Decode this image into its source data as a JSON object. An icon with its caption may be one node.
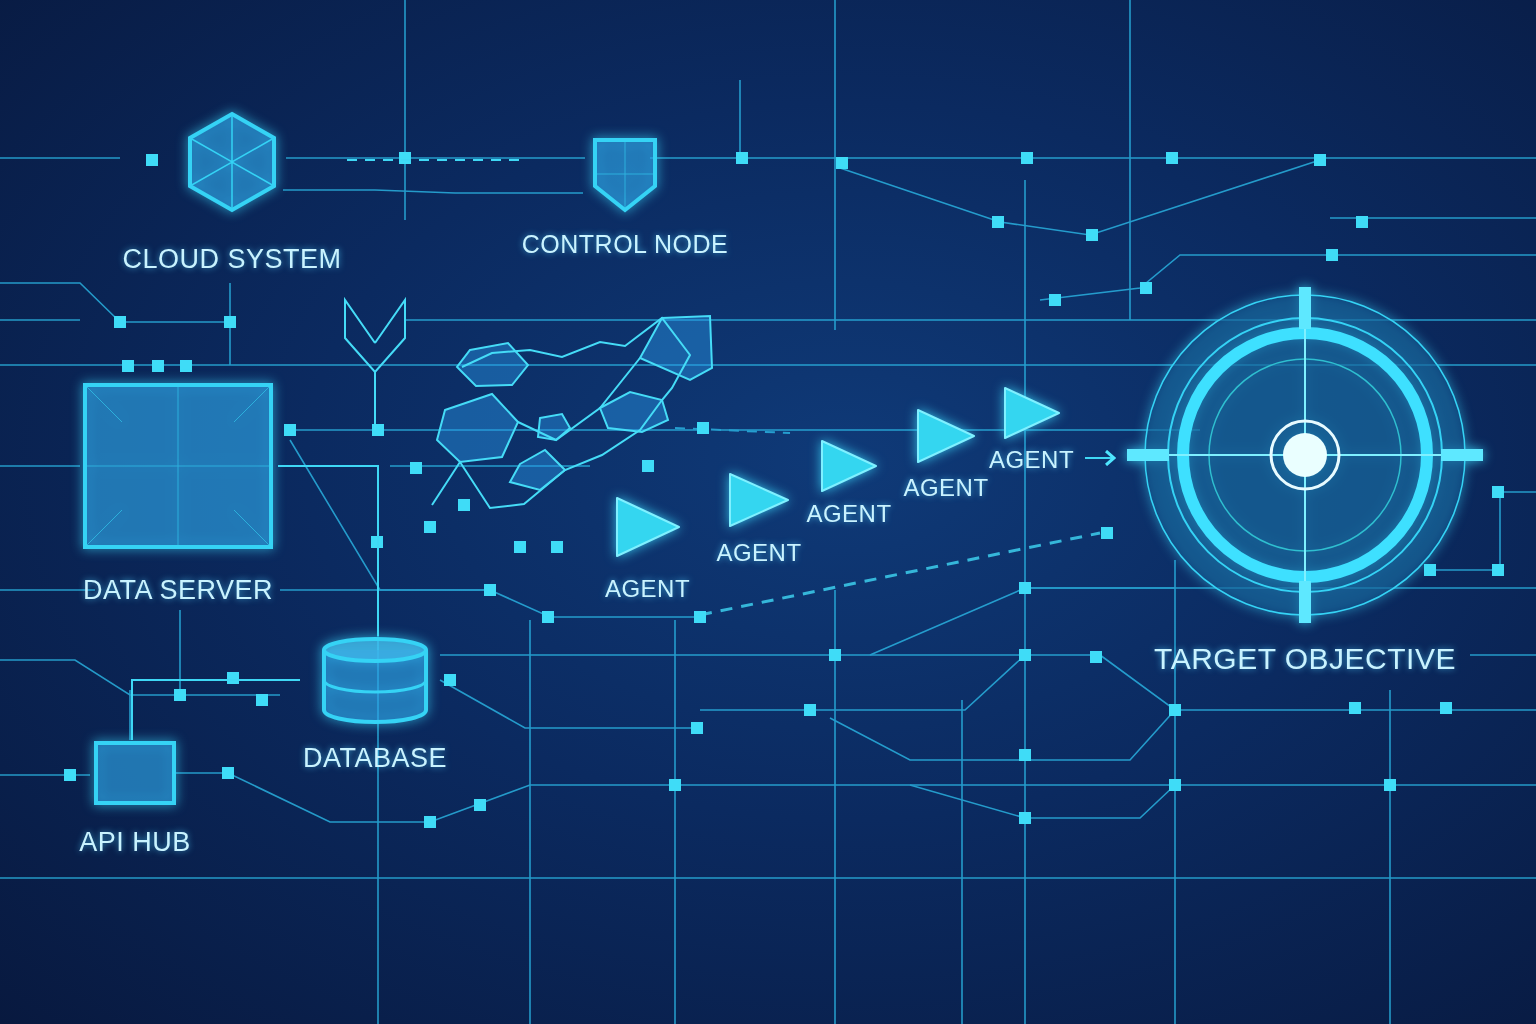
{
  "diagram": {
    "nodes": [
      {
        "text": [
          "CLOUD SYSTEM"
        ]
      },
      {
        "text": [
          "CONTROL NODE"
        ]
      },
      {
        "text": [
          "DATA SERVER"
        ]
      },
      {
        "text": [
          "DATABASE"
        ]
      },
      {
        "text": [
          "API HUB"
        ]
      },
      {
        "text": [
          "AGENT"
        ]
      },
      {
        "text": [
          "AGENT"
        ]
      },
      {
        "text": [
          "AGENT"
        ]
      },
      {
        "text": [
          "AGENT"
        ]
      },
      {
        "text": [
          "AGENT"
        ]
      },
      {
        "text": [
          "TARGET OBJECTIVE"
        ]
      }
    ],
    "edges": [
      {
        "from": 0,
        "to": 1,
        "arrow": "none",
        "style": "dashed"
      },
      {
        "from": 2,
        "to": 3,
        "arrow": "none"
      },
      {
        "from": 3,
        "to": 4,
        "arrow": "none"
      },
      {
        "from": 9,
        "to": 10,
        "arrow": "to"
      }
    ]
  }
}
